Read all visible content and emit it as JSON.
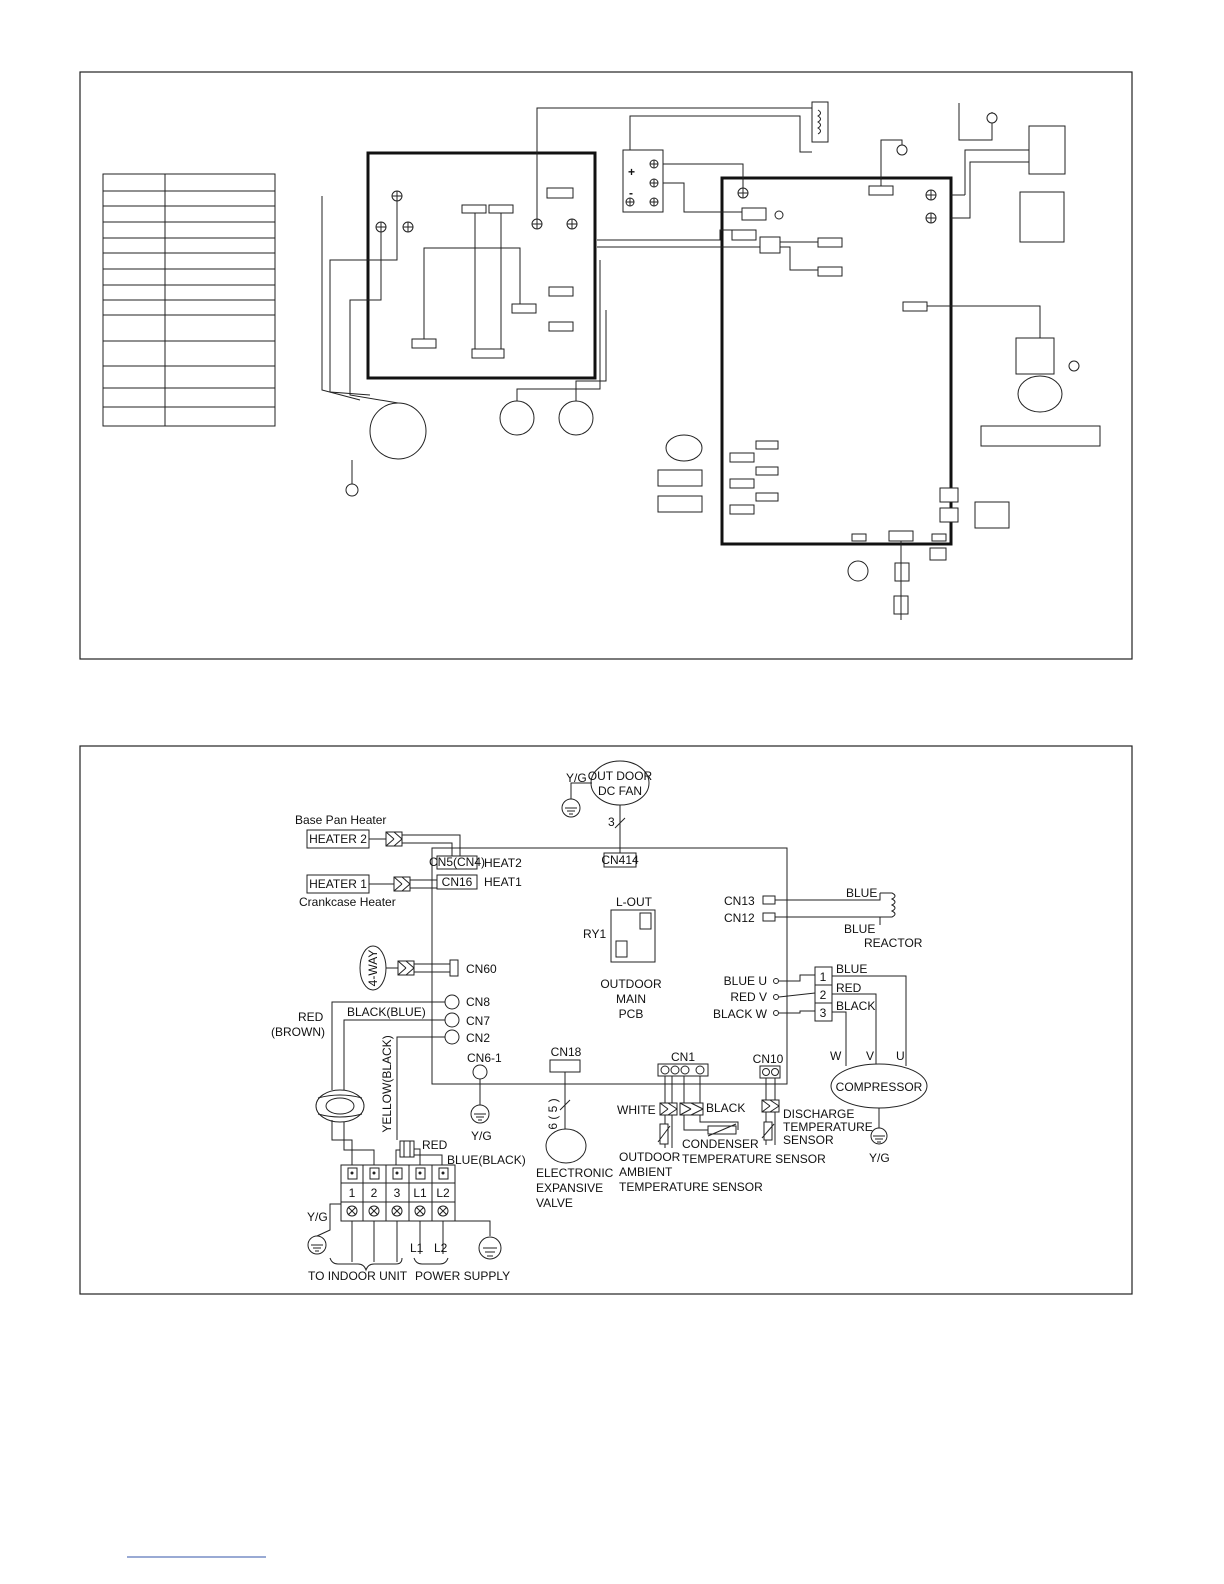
{
  "labels": {
    "y_g": "Y/G",
    "outdoor_dc_fan_1": "OUT DOOR",
    "outdoor_dc_fan_2": "DC FAN",
    "fan_wires": "3",
    "cn414": "CN414",
    "base_pan_heater": "Base Pan Heater",
    "heater2": "HEATER 2",
    "cn5_cn4": "CN5(CN4)",
    "heat2": "HEAT2",
    "heater1": "HEATER 1",
    "cn16": "CN16",
    "heat1": "HEAT1",
    "crankcase_heater": "Crankcase Heater",
    "four_way": "4-WAY",
    "cn60": "CN60",
    "cn8": "CN8",
    "cn7": "CN7",
    "cn2": "CN2",
    "red_brown_1": "RED",
    "red_brown_2": "(BROWN)",
    "black_blue": "BLACK(BLUE)",
    "yellow_black": "YELLOW(BLACK)",
    "cn6_1": "CN6-1",
    "l_out": "L-OUT",
    "ry1": "RY1",
    "pcb_1": "OUTDOOR",
    "pcb_2": "MAIN",
    "pcb_3": "PCB",
    "cn13": "CN13",
    "cn12": "CN12",
    "blue": "BLUE",
    "reactor": "REACTOR",
    "blue_u": "BLUE  U",
    "red_v": "RED  V",
    "black_w": "BLACK W",
    "t1": "1",
    "t2": "2",
    "t3": "3",
    "red": "RED",
    "black": "BLACK",
    "w": "W",
    "v": "V",
    "u": "U",
    "compressor": "COMPRESSOR",
    "cn18": "CN18",
    "eev_wires": "6 ( 5 )",
    "eev_1": "ELECTRONIC",
    "eev_2": "EXPANSIVE",
    "eev_3": "VALVE",
    "cn1": "CN1",
    "white": "WHITE",
    "cond_1": "CONDENSER",
    "cond_2": "TEMPERATURE SENSOR",
    "amb_1": "OUTDOOR",
    "amb_2": "AMBIENT",
    "amb_3": "TEMPERATURE SENSOR",
    "cn10": "CN10",
    "dis_1": "DISCHARGE",
    "dis_2": "TEMPERATURE",
    "dis_3": "SENSOR",
    "term_red": "RED",
    "blue_black": "BLUE(BLACK)",
    "tb1": "1",
    "tb2": "2",
    "tb3": "3",
    "tbl1": "L1",
    "tbl2": "L2",
    "tb_l1": "L1",
    "tb_l2": "L2",
    "to_indoor": "TO INDOOR UNIT",
    "power_supply": "POWER SUPPLY"
  }
}
